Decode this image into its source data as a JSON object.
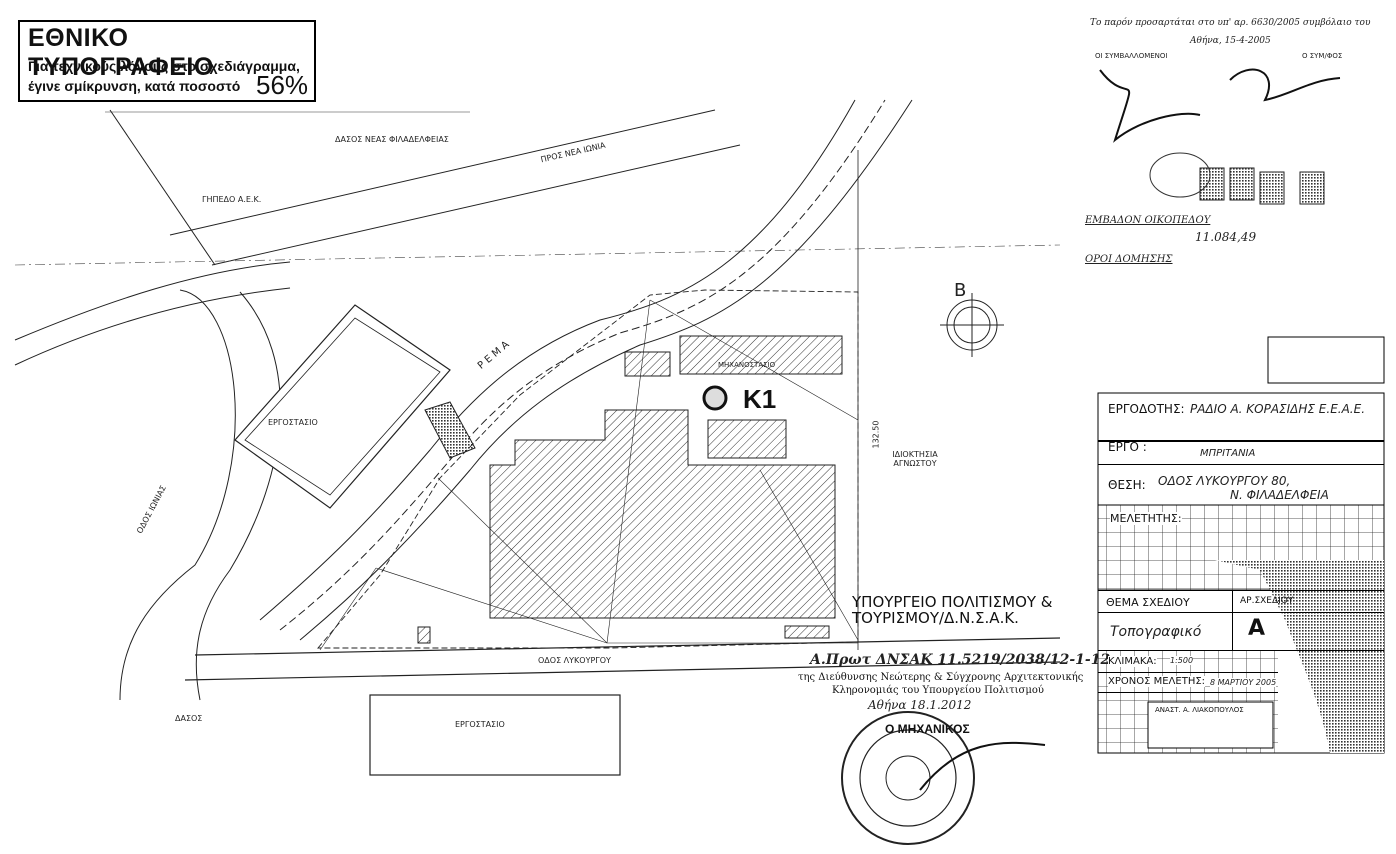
{
  "header": {
    "title": "ΕΘΝΙΚΟ ΤΥΠΟΓΡΑΦΕΙΟ",
    "note_line1": "Για τεχνικούς λόγους στο σχεδιάγραμμα,",
    "note_line2": "έγινε σμίκρυνση, κατά ποσοστό",
    "percent": "56%"
  },
  "plan_labels": {
    "marker": "K1",
    "forest": "ΔΑΣΟΣ ΝΕΑΣ ΦΙΛΑΔΕΛΦΕΙΑΣ",
    "to_nea_ionia": "ΠΡΟΣ ΝΕΑ ΙΩΝΙΑ",
    "aek_field": "ΓΗΠΕΔΟ Α.Ε.Κ.",
    "street_ionias": "ΟΔΟΣ ΙΩΝΙΑΣ",
    "street_lykourgou": "ΟΔΟΣ ΛΥΚΟΥΡΓΟΥ",
    "factory_1": "ΕΡΓΟΣΤΑΣΙΟ",
    "factory_2": "ΕΡΓΟΣΤΑΣΙΟ",
    "forest_small": "ΔΑΣΟΣ",
    "stream": "Ρ Ε Μ Α",
    "machine_room": "ΜΗΧΑΝΟΣΤΑΣΙΟ",
    "private_property": "ΙΔΙΟΚΤΗΣΙΑ ΑΓΝΩΣΤΟΥ",
    "ministry_stamp_line1": "ΥΠΟΥΡΓΕΙΟ ΠΟΛΙΤΙΣΜΟΥ &",
    "ministry_stamp_line2": "ΤΟΥΡΙΣΜΟΥ/Δ.Ν.Σ.Α.Κ.",
    "protocol": "Α.Πρωτ ΔΝΣΑΚ 11.5219/2038/12-1-12",
    "directorate_line1": "της Διεύθυνσης Νεώτερης & Σύγχρονης Αρχιτεκτονικής",
    "directorate_line2": "Κληρονομιάς του Υπουργείου Πολιτισμού",
    "athens_date": "Αθήνα 18.1.2012",
    "engineer": "Ο ΜΗΧΑΝΙΚΟΣ",
    "north": "Β",
    "dim_132": "132.50"
  },
  "title_block": {
    "approval_line1": "Το παρόν προσαρτάται στο υπ' αρ. 6630/2005 συμβόλαιο του",
    "approval_line2": "Αθήνα, 15-4-2005",
    "contracting": "ΟΙ ΣΥΜΒΑΛΛΟΜΕΝΟΙ",
    "notary": "Ο ΣΥΜ/ΦΟΣ",
    "plot_area": "ΕΜΒΑΔΟΝ ΟΙΚΟΠΕΔΟΥ",
    "plot_value": "11.084,49",
    "building_terms": "ΟΡΟΙ ΔΟΜΗΣΗΣ",
    "client_label": "ΕΡΓΟΔΟΤΗΣ:",
    "client_value": "ΡΑΔΙΟ Α. ΚΟΡΑΣΙΔΗΣ Ε.Ε.Α.Ε.",
    "project_label": "ΕΡΓΟ :",
    "project_value": "ΜΠΡΙΤΑΝΙΑ",
    "location_label": "ΘΕΣΗ:",
    "location_value1": "ΟΔΟΣ ΛΥΚΟΥΡΓΟΥ 80,",
    "location_value2": "Ν. ΦΙΛΑΔΕΛΦΕΙΑ",
    "designer_label": "ΜΕΛΕΤΗΤΗΣ:",
    "subject_label": "ΘΕΜΑ ΣΧΕΔΙΟΥ",
    "subject_value": "Τοπογραφικό",
    "sheet_label": "ΑΡ.ΣΧΕΔΙΟΥ",
    "sheet_value": "Α",
    "scale_label": "ΚΛΙΜΑΚΑ:",
    "scale_value": "1:500",
    "date_label": "ΧΡΟΝΟΣ ΜΕΛΕΤΗΣ:",
    "date_value": "8 ΜΑΡΤΙΟΥ 2005",
    "surveyor_stamp": "ΑΝΑΣΤ. Α. ΛΙΑΚΟΠΟΥΛΟΣ"
  }
}
